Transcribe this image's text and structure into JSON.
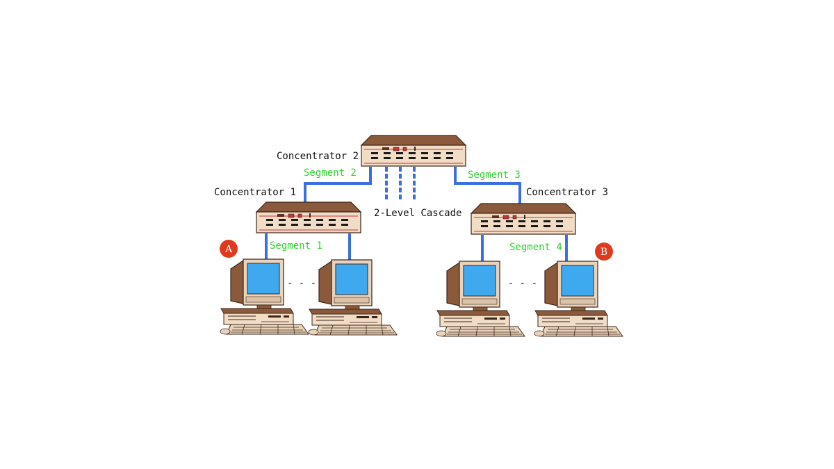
{
  "labels": {
    "concentrator_1": "Concentrator 1",
    "concentrator_2": "Concentrator 2",
    "concentrator_3": "Concentrator 3",
    "segment_1": "Segment 1",
    "segment_2": "Segment 2",
    "segment_3": "Segment 3",
    "segment_4": "Segment 4",
    "cascade": "2-Level Cascade",
    "marker_a": "A",
    "marker_b": "B",
    "ellipsis_left": "- - -",
    "ellipsis_right": "- - -"
  },
  "colors": {
    "cable": "#3b6fe0",
    "segment_text": "#2fd12f",
    "marker": "#e03a1e",
    "device_body": "#f1dcc6",
    "device_top": "#8b5a3c",
    "device_outline": "#3a2618",
    "monitor_body": "#e9d3bb",
    "monitor_screen": "#3fa9f0",
    "device_stripe": "#c8323a"
  }
}
